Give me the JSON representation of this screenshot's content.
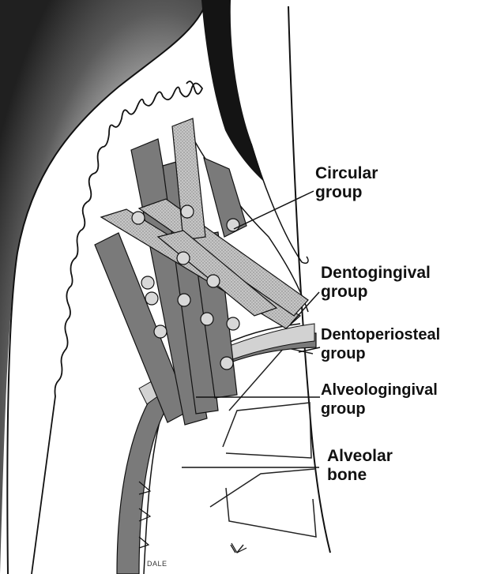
{
  "labels": {
    "circular": {
      "line1": "Circular",
      "line2": "group"
    },
    "dentogingival": {
      "line1": "Dentogingival",
      "line2": "group"
    },
    "dentoperiosteal": {
      "line1": "Dentoperiosteal",
      "line2": "group"
    },
    "alveologingival": {
      "line1": "Alveologingival",
      "line2": "group"
    },
    "alveolar_bone": {
      "line1": "Alveolar",
      "line2": "bone"
    }
  },
  "signature": "DALE",
  "colors": {
    "fiber_dark": "#7a7a7a",
    "fiber_stippled": "#bdbdbd",
    "fiber_light": "#d2d2d2",
    "enamel_shadow": "#1a1a1a",
    "line": "#111111"
  }
}
